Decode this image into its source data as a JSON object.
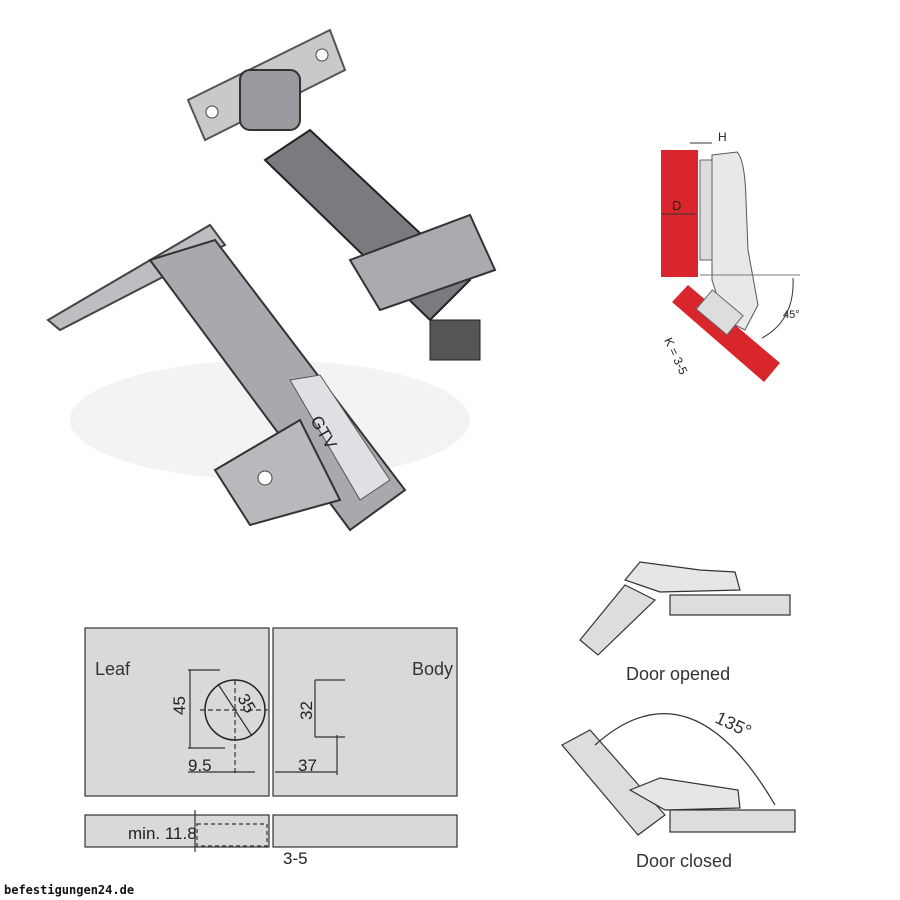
{
  "photo": {
    "logo_text": "GTV"
  },
  "mounting_diagram": {
    "h_label": "H",
    "d_label": "D",
    "angle_label": "45°",
    "k_label": "K = 3-5",
    "colors": {
      "panel": "#d9262c",
      "hinge": "#e8e8ea"
    }
  },
  "drilling_diagram": {
    "leaf_label": "Leaf",
    "body_label": "Body",
    "dim_45": "45",
    "dim_35": "35",
    "dim_9_5": "9.5",
    "dim_37": "37",
    "dim_32": "32",
    "dim_min": "min. 11.8",
    "dim_gap": "3-5",
    "colors": {
      "panel": "#d9d9db"
    }
  },
  "door_opened": {
    "caption": "Door opened"
  },
  "door_closed": {
    "caption": "Door closed",
    "angle_label": "135°"
  },
  "watermark": "befestigungen24.de"
}
